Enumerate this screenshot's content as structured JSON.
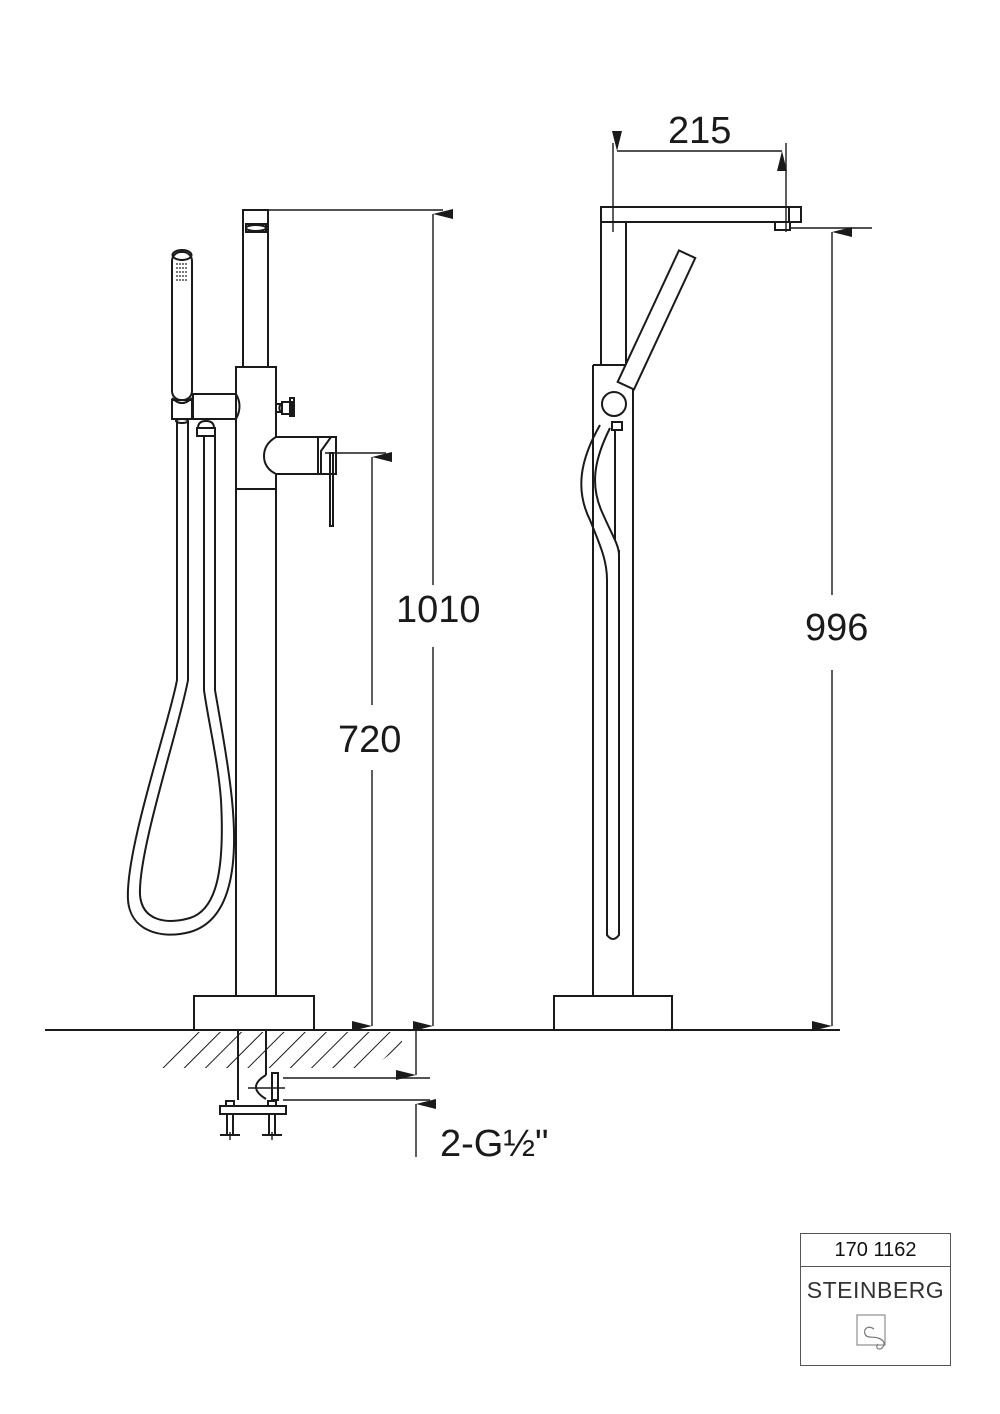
{
  "drawing": {
    "type": "technical-dimension-drawing",
    "subject": "Freestanding bath mixer with hand shower",
    "views": [
      "front-view",
      "side-view"
    ],
    "line_color": "#1a1a1a"
  },
  "dimensions": {
    "total_height_front": "1010",
    "lever_height": "720",
    "spout_reach": "215",
    "spout_outlet_height": "996",
    "connection": "2-G½\""
  },
  "title_block": {
    "article_number": "170 1162",
    "brand": "STEINBERG",
    "logo": "steinberg-logo-icon"
  }
}
